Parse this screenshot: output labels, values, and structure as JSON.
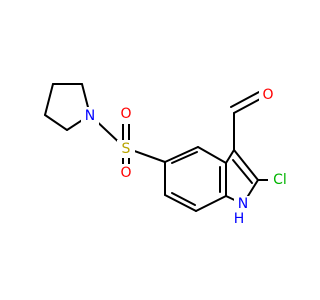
{
  "structure": {
    "colors": {
      "bond": "#000000",
      "N": "#0000ff",
      "O": "#ff0000",
      "S": "#b8a400",
      "Cl": "#00b400"
    },
    "atoms": {
      "n_pyrrolidine": "N",
      "s_sulfonyl": "S",
      "o_sulfonyl_top": "O",
      "o_sulfonyl_bottom": "O",
      "o_aldehyde": "O",
      "cl": "Cl",
      "n_indole": "N",
      "h_indole": "H"
    }
  }
}
